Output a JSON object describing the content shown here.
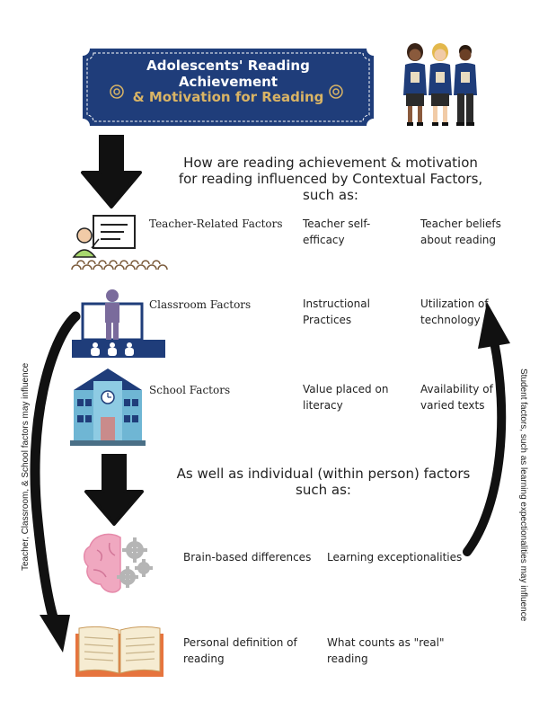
{
  "banner": {
    "line1": "Adolescents' Reading",
    "line2": "Achievement",
    "line3": "& Motivation for Reading"
  },
  "question1": {
    "line1": "How are reading achievement & motivation",
    "line2": "for reading influenced by Contextual Factors,",
    "line3": "such as:"
  },
  "contextual_factors": [
    {
      "label": "Teacher-Related Factors",
      "col1": [
        "Teacher self-",
        "efficacy"
      ],
      "col2": [
        "Teacher beliefs",
        "about reading"
      ]
    },
    {
      "label": "Classroom Factors",
      "col1": [
        "Instructional",
        "Practices"
      ],
      "col2": [
        "Utilization of",
        "technology"
      ]
    },
    {
      "label": "School Factors",
      "col1": [
        "Value placed on",
        "literacy"
      ],
      "col2": [
        "Availability of",
        "varied texts"
      ]
    }
  ],
  "question2": {
    "line1": "As well as individual (within person) factors",
    "line2": "such as:"
  },
  "individual_factors": [
    {
      "col1": [
        "Brain-based differences"
      ],
      "col2": [
        "Learning exceptionalities"
      ]
    },
    {
      "col1": [
        "Personal definition of",
        "reading"
      ],
      "col2": [
        "What counts as \"real\"",
        "reading"
      ]
    }
  ],
  "side_notes": {
    "left": "Teacher, Classroom, & School factors may influence",
    "right": "Student factors, such as learning expectionalities may influence"
  },
  "colors": {
    "banner_navy": "#1f3d7a",
    "banner_gold": "#d9b465",
    "arrow": "#111111"
  },
  "icons": [
    "students-icon",
    "teacher-icon",
    "classroom-icon",
    "school-icon",
    "brain-gears-icon",
    "open-book-icon"
  ]
}
